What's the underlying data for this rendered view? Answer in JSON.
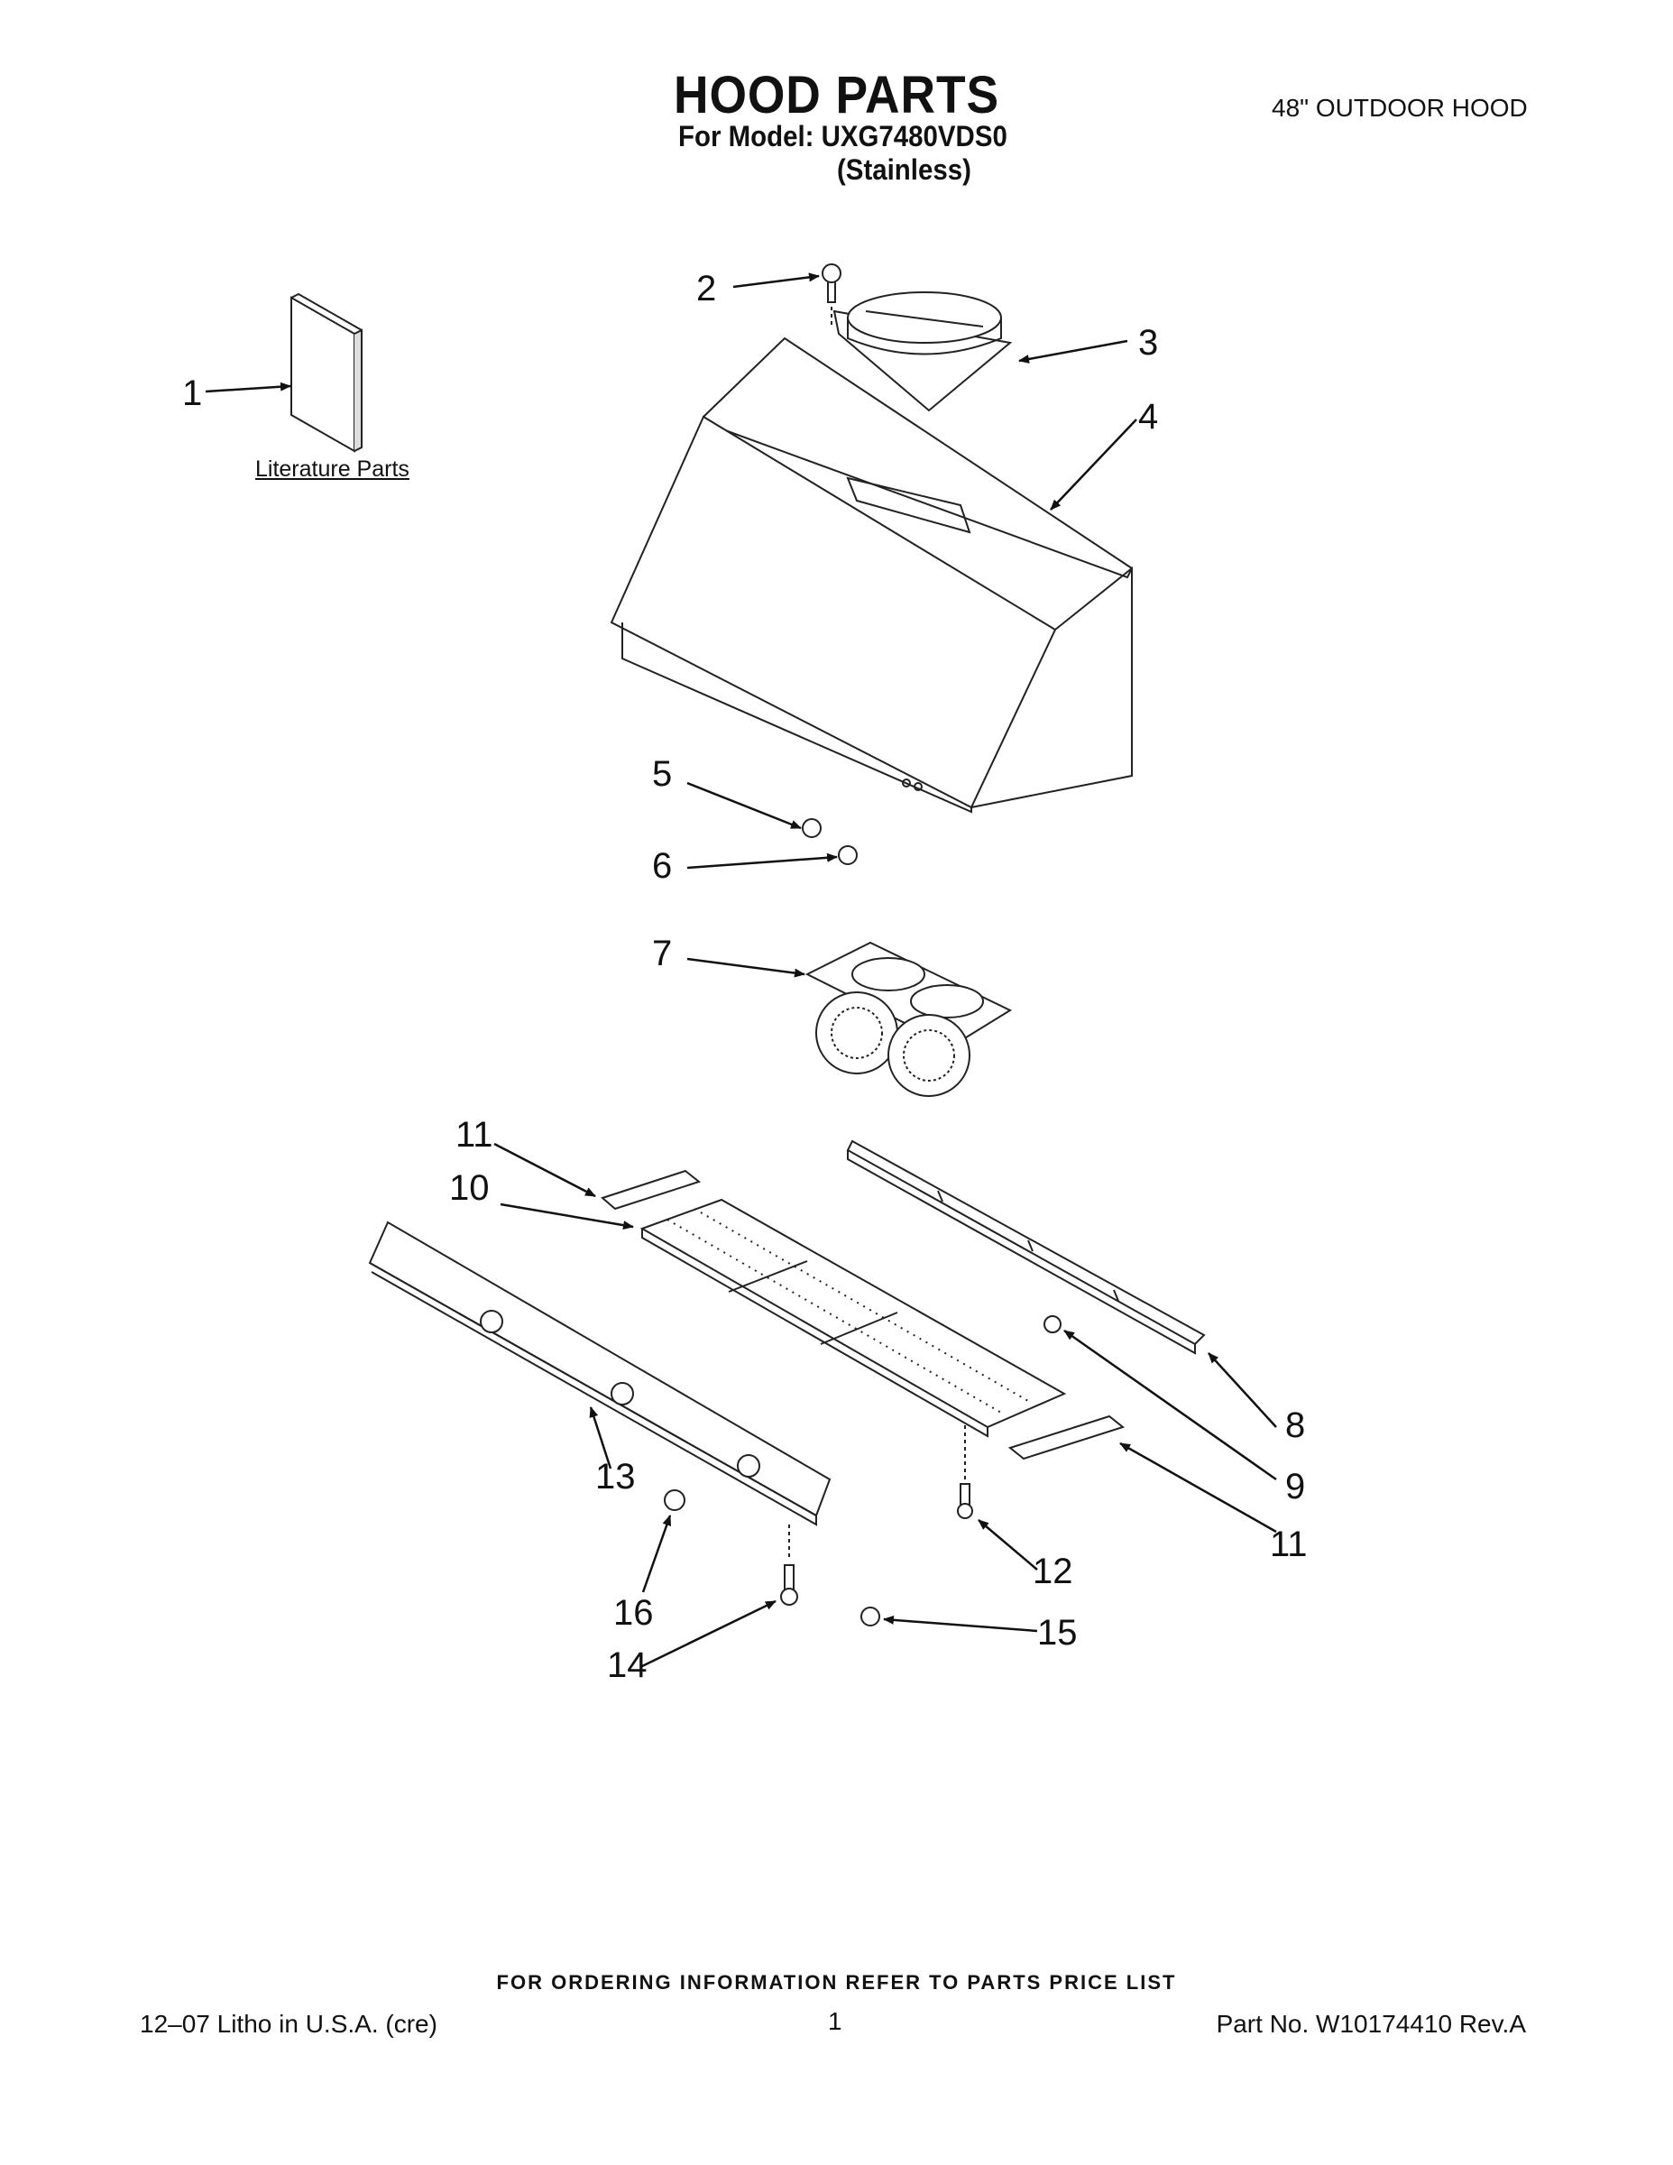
{
  "header": {
    "title": "HOOD PARTS",
    "model_line": "For Model: UXG7480VDS0",
    "finish": "(Stainless)",
    "product_name": "48\" OUTDOOR HOOD"
  },
  "literature": {
    "label": "Literature Parts"
  },
  "callouts": [
    {
      "id": "c1",
      "text": "1"
    },
    {
      "id": "c2",
      "text": "2"
    },
    {
      "id": "c3",
      "text": "3"
    },
    {
      "id": "c4",
      "text": "4"
    },
    {
      "id": "c5",
      "text": "5"
    },
    {
      "id": "c6",
      "text": "6"
    },
    {
      "id": "c7",
      "text": "7"
    },
    {
      "id": "c8",
      "text": "8"
    },
    {
      "id": "c9",
      "text": "9"
    },
    {
      "id": "c10",
      "text": "10"
    },
    {
      "id": "c11a",
      "text": "11"
    },
    {
      "id": "c11b",
      "text": "11"
    },
    {
      "id": "c12",
      "text": "12"
    },
    {
      "id": "c13",
      "text": "13"
    },
    {
      "id": "c14",
      "text": "14"
    },
    {
      "id": "c15",
      "text": "15"
    },
    {
      "id": "c16",
      "text": "16"
    }
  ],
  "footer": {
    "ordering_note": "FOR ORDERING INFORMATION REFER TO PARTS PRICE LIST",
    "litho": "12–07 Litho in U.S.A. (cre)",
    "page_number": "1",
    "part_number": "Part No. W10174410 Rev.A"
  }
}
